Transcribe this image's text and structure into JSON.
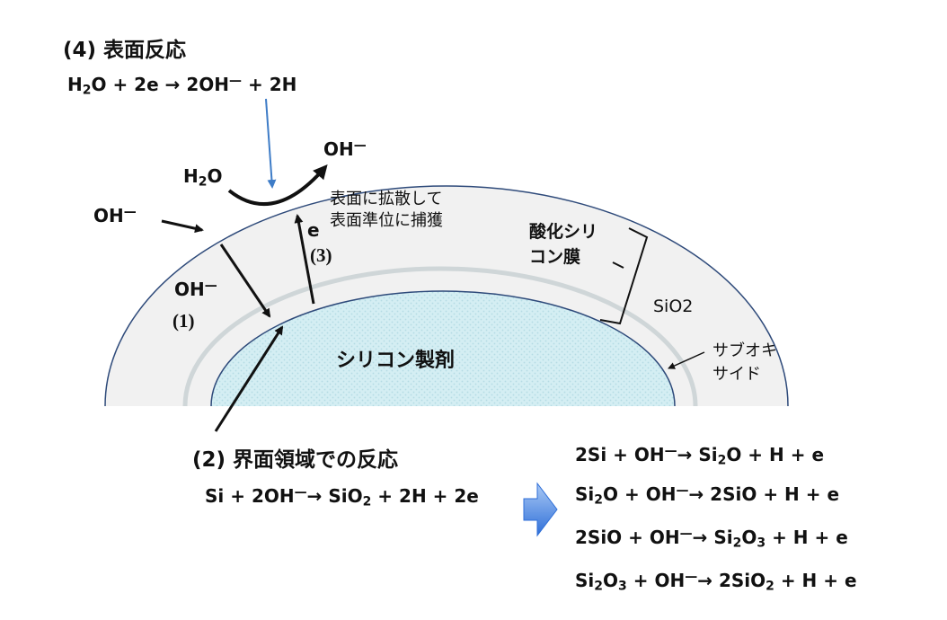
{
  "section4": {
    "title": "(4) 表面反応",
    "eq": {
      "p1": "H",
      "s1": "2",
      "p2": "O + 2e → 2OH",
      "sup": "—",
      "p3": " + 2H"
    }
  },
  "labels": {
    "oh_top": {
      "base": "OH",
      "sup": "—"
    },
    "h2o": {
      "base": "H",
      "sub": "2",
      "rest": "O"
    },
    "oh_left": {
      "base": "OH",
      "sup": "—"
    },
    "oh_inner": {
      "base": "OH",
      "sup": "—"
    },
    "step1": "(1)",
    "electron": "e",
    "step3": "(3)",
    "diffusion_line1": "表面に拡散して",
    "diffusion_line2": "表面準位に捕獲",
    "oxide_line1": "酸化シリ",
    "oxide_line2": "コン膜",
    "sio2": "SiO2",
    "suboxide_line1": "サブオキ",
    "suboxide_line2": "サイド",
    "substrate": "シリコン製剤"
  },
  "section2": {
    "title": "(2) 界面領域での反応",
    "eq": {
      "p1": "Si + 2OH",
      "sup": "—",
      "p2": "→ SiO",
      "s1": "2",
      "p3": " + 2H + 2e"
    }
  },
  "reactions": [
    {
      "a": "2Si + OH",
      "sup": "—",
      "b": "→ Si",
      "s1": "2",
      "c": "O + H + e",
      "s2": "",
      "d": ""
    },
    {
      "a": "Si",
      "s0": "2",
      "a2": "O + OH",
      "sup": "—",
      "b": "→ 2SiO + H + e"
    },
    {
      "a": "2SiO + OH",
      "sup": "—",
      "b": "→ Si",
      "s1": "2",
      "c": "O",
      "s2": "3",
      "d": " + H + e"
    },
    {
      "a": "Si",
      "s0": "2",
      "a2": "O",
      "s00": "3",
      "a3": " + OH",
      "sup": "—",
      "b": "→ 2SiO",
      "s1": "2",
      "c": " + H + e"
    }
  ],
  "colors": {
    "oxide_fill": "#f1f1f1",
    "outline": "#2e4a7a",
    "suboxide_band": "#cfd6d8",
    "substrate_fill": "#d4eef3",
    "arrow_blue": "#3e7cc7",
    "block_arrow": "#2f6fd8"
  }
}
